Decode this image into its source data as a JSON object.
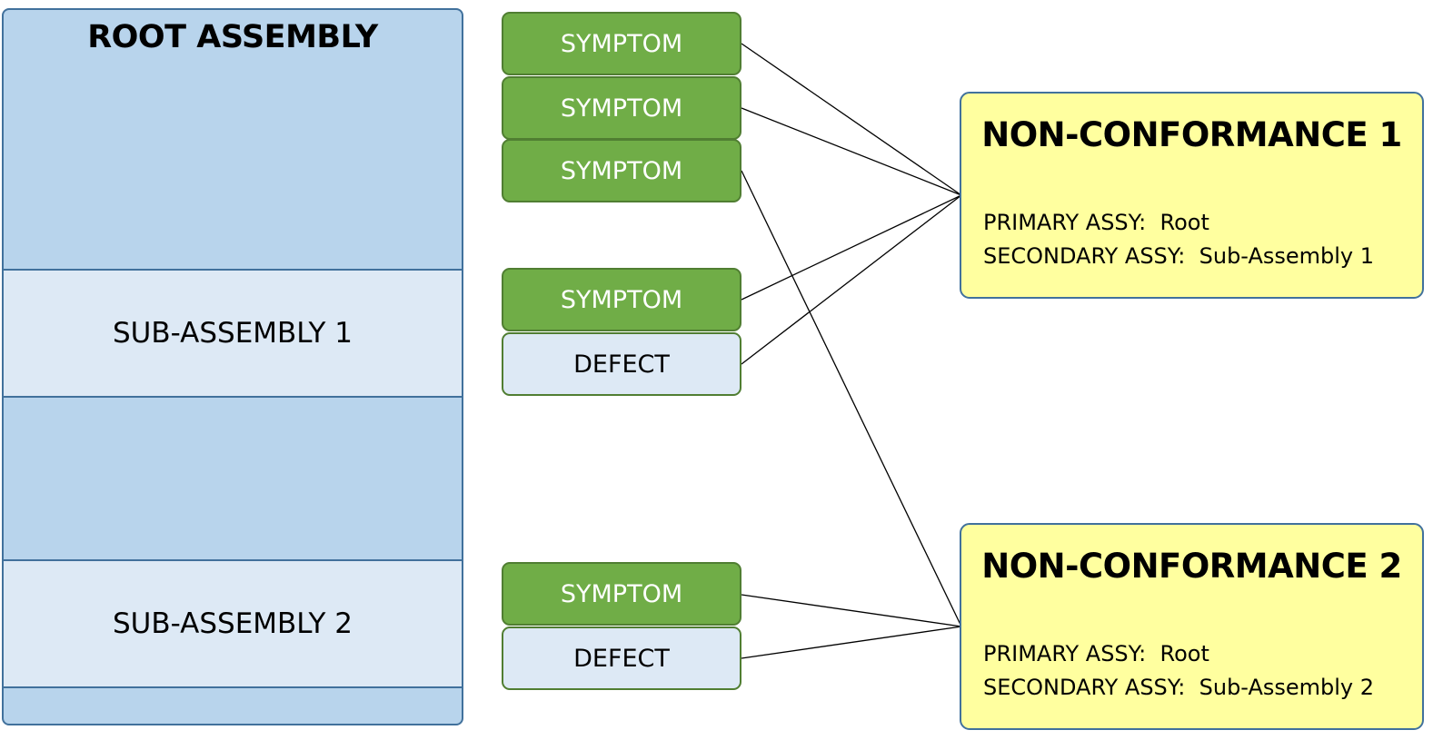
{
  "assembly": {
    "root_title": "ROOT ASSEMBLY",
    "sub_assemblies": [
      {
        "label": "SUB-ASSEMBLY 1"
      },
      {
        "label": "SUB-ASSEMBLY 2"
      }
    ]
  },
  "items": [
    {
      "type": "symptom",
      "label": "SYMPTOM"
    },
    {
      "type": "symptom",
      "label": "SYMPTOM"
    },
    {
      "type": "symptom",
      "label": "SYMPTOM"
    },
    {
      "type": "symptom",
      "label": "SYMPTOM"
    },
    {
      "type": "defect",
      "label": "DEFECT"
    },
    {
      "type": "symptom",
      "label": "SYMPTOM"
    },
    {
      "type": "defect",
      "label": "DEFECT"
    }
  ],
  "non_conformances": [
    {
      "title": "NON-CONFORMANCE 1",
      "primary_label": "PRIMARY ASSY:",
      "primary_value": "Root",
      "secondary_label": "SECONDARY ASSY:",
      "secondary_value": "Sub-Assembly 1"
    },
    {
      "title": "NON-CONFORMANCE 2",
      "primary_label": "PRIMARY ASSY:",
      "primary_value": "Root",
      "secondary_label": "SECONDARY ASSY:",
      "secondary_value": "Sub-Assembly 2"
    }
  ],
  "connections": [
    {
      "from_item": 0,
      "to_nc": 0
    },
    {
      "from_item": 1,
      "to_nc": 0
    },
    {
      "from_item": 2,
      "to_nc": 1
    },
    {
      "from_item": 3,
      "to_nc": 0
    },
    {
      "from_item": 4,
      "to_nc": 0
    },
    {
      "from_item": 5,
      "to_nc": 1
    },
    {
      "from_item": 6,
      "to_nc": 1
    }
  ],
  "colors": {
    "root_fill": "#b8d4ec",
    "sub_fill": "#dde9f5",
    "panel_border": "#41719c",
    "symptom_fill": "#70ad47",
    "symptom_border": "#507e32",
    "defect_fill": "#dde9f5",
    "nc_fill": "#ffff9f"
  }
}
